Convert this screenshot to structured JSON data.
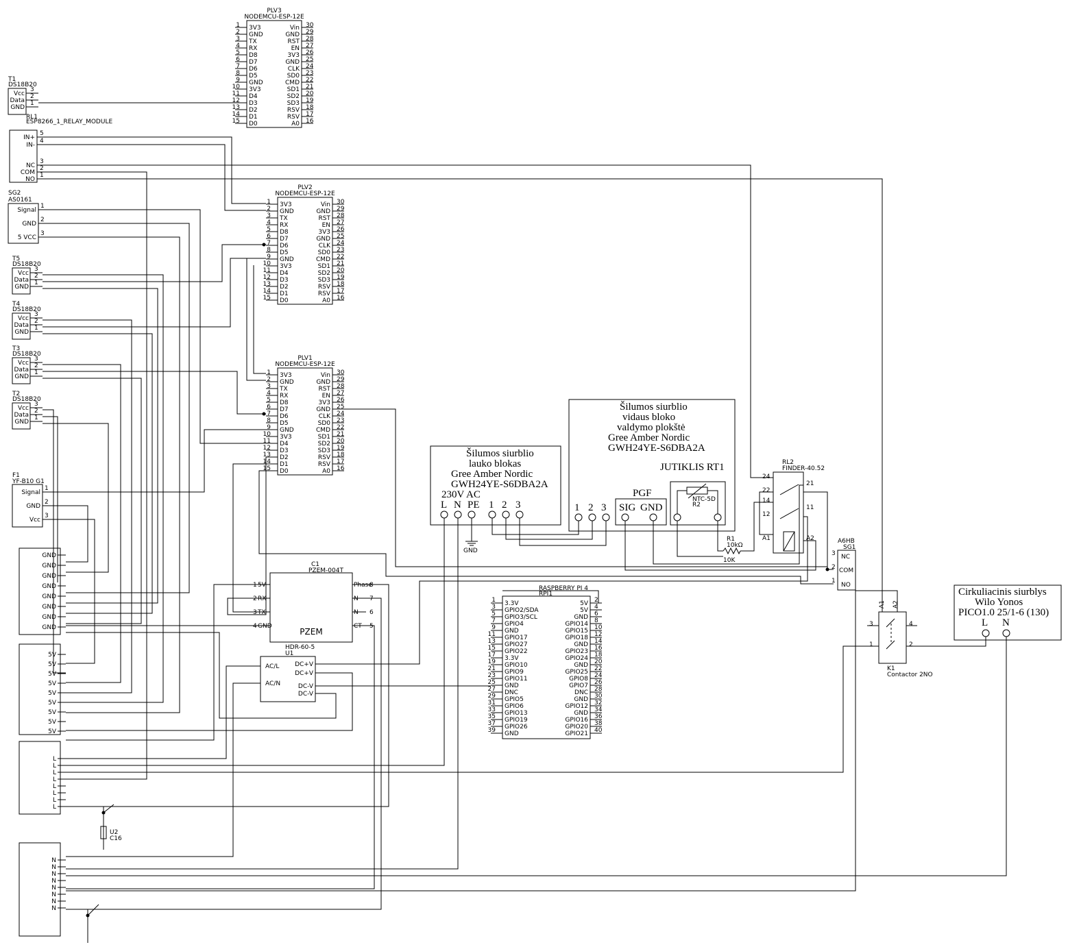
{
  "modules": {
    "plv3": {
      "ref": "PLV3",
      "value": "NODEMCU-ESP-12E"
    },
    "plv2": {
      "ref": "PLV2",
      "value": "NODEMCU-ESP-12E"
    },
    "plv1": {
      "ref": "PLV1",
      "value": "NODEMCU-ESP-12E"
    },
    "nodemcu_left": [
      {
        "num": "1",
        "name": "3V3"
      },
      {
        "num": "2",
        "name": "GND"
      },
      {
        "num": "3",
        "name": "TX"
      },
      {
        "num": "4",
        "name": "RX"
      },
      {
        "num": "5",
        "name": "D8"
      },
      {
        "num": "6",
        "name": "D7"
      },
      {
        "num": "7",
        "name": "D6"
      },
      {
        "num": "8",
        "name": "D5"
      },
      {
        "num": "9",
        "name": "GND"
      },
      {
        "num": "10",
        "name": "3V3"
      },
      {
        "num": "11",
        "name": "D4"
      },
      {
        "num": "12",
        "name": "D3"
      },
      {
        "num": "13",
        "name": "D2"
      },
      {
        "num": "14",
        "name": "D1"
      },
      {
        "num": "15",
        "name": "D0"
      }
    ],
    "nodemcu_right": [
      {
        "num": "30",
        "name": "Vin"
      },
      {
        "num": "29",
        "name": "GND"
      },
      {
        "num": "28",
        "name": "RST"
      },
      {
        "num": "27",
        "name": "EN"
      },
      {
        "num": "26",
        "name": "3V3"
      },
      {
        "num": "25",
        "name": "GND"
      },
      {
        "num": "24",
        "name": "CLK"
      },
      {
        "num": "23",
        "name": "SD0"
      },
      {
        "num": "22",
        "name": "CMD"
      },
      {
        "num": "21",
        "name": "SD1"
      },
      {
        "num": "20",
        "name": "SD2"
      },
      {
        "num": "19",
        "name": "SD3"
      },
      {
        "num": "18",
        "name": "RSV"
      },
      {
        "num": "17",
        "name": "RSV"
      },
      {
        "num": "16",
        "name": "A0"
      }
    ],
    "sensors": [
      {
        "ref": "T1",
        "value": "DS18B20"
      },
      {
        "ref": "T5",
        "value": "DS18B20"
      },
      {
        "ref": "T4",
        "value": "DS18B20"
      },
      {
        "ref": "T3",
        "value": "DS18B20"
      },
      {
        "ref": "T2",
        "value": "DS18B20"
      }
    ],
    "sensor_pins": [
      {
        "name": "Vcc",
        "num": "3"
      },
      {
        "name": "Data",
        "num": "2"
      },
      {
        "name": "GND",
        "num": "1"
      }
    ],
    "rl1": {
      "ref": "RL1",
      "value": "ESP8266_1_RELAY_MODULE",
      "pins": [
        {
          "name": "IN+",
          "num": "5"
        },
        {
          "name": "IN-",
          "num": "4"
        },
        {
          "name": "NC",
          "num": "3"
        },
        {
          "name": "COM",
          "num": "2"
        },
        {
          "name": "NO",
          "num": "1"
        }
      ]
    },
    "sg2": {
      "ref": "SG2",
      "value": "AS0161",
      "pins": [
        {
          "name": "Signal",
          "num": "1"
        },
        {
          "name": "GND",
          "num": "2"
        },
        {
          "name": "5 VCC",
          "num": "3"
        }
      ]
    },
    "f1": {
      "ref": "F1",
      "value": "YF-B10 G1",
      "pins": [
        {
          "name": "Signal",
          "num": "1"
        },
        {
          "name": "GND",
          "num": "2"
        },
        {
          "name": "Vcc",
          "num": "3"
        }
      ]
    },
    "bus": {
      "gnd": "GND",
      "v5": "5V",
      "l": "L",
      "n": "N"
    },
    "c1": {
      "ref": "C1",
      "value": "PZEM-004T",
      "title": "PZEM",
      "left": [
        {
          "num": "1",
          "name": "5V"
        },
        {
          "num": "2",
          "name": "RX"
        },
        {
          "num": "3",
          "name": "TX"
        },
        {
          "num": "4",
          "name": "GND"
        }
      ],
      "right": [
        {
          "num": "8",
          "name": "Phase"
        },
        {
          "num": "7",
          "name": "N"
        },
        {
          "num": "6",
          "name": "N"
        },
        {
          "num": "5",
          "name": "CT"
        }
      ]
    },
    "u1": {
      "ref": "U1",
      "value": "HDR-60-5",
      "left": [
        {
          "name": "AC/L"
        },
        {
          "name": "AC/N"
        }
      ],
      "right": [
        {
          "name": "DC+V"
        },
        {
          "name": "DC+V"
        },
        {
          "name": "DC-V"
        },
        {
          "name": "DC-V"
        }
      ]
    },
    "u2": {
      "ref": "U2",
      "value": "C16"
    },
    "rpi": {
      "ref": "RPI1",
      "value": "RASPBERRY PI 4",
      "left": [
        {
          "num": "1",
          "name": "3.3V"
        },
        {
          "num": "3",
          "name": "GPIO2/SDA"
        },
        {
          "num": "5",
          "name": "GPIO3/SCL"
        },
        {
          "num": "7",
          "name": "GPIO4"
        },
        {
          "num": "9",
          "name": "GND"
        },
        {
          "num": "11",
          "name": "GPIO17"
        },
        {
          "num": "13",
          "name": "GPIO27"
        },
        {
          "num": "15",
          "name": "GPIO22"
        },
        {
          "num": "17",
          "name": "3.3V"
        },
        {
          "num": "19",
          "name": "GPIO10"
        },
        {
          "num": "21",
          "name": "GPIO9"
        },
        {
          "num": "23",
          "name": "GPIO11"
        },
        {
          "num": "25",
          "name": "GND"
        },
        {
          "num": "27",
          "name": "DNC"
        },
        {
          "num": "29",
          "name": "GPIO5"
        },
        {
          "num": "31",
          "name": "GPIO6"
        },
        {
          "num": "33",
          "name": "GPIO13"
        },
        {
          "num": "35",
          "name": "GPIO19"
        },
        {
          "num": "37",
          "name": "GPIO26"
        },
        {
          "num": "39",
          "name": "GND"
        }
      ],
      "right": [
        {
          "num": "2",
          "name": "5V"
        },
        {
          "num": "4",
          "name": "5V"
        },
        {
          "num": "6",
          "name": "GND"
        },
        {
          "num": "8",
          "name": "GPIO14"
        },
        {
          "num": "10",
          "name": "GPIO15"
        },
        {
          "num": "12",
          "name": "GPIO18"
        },
        {
          "num": "14",
          "name": "GND"
        },
        {
          "num": "16",
          "name": "GPIO23"
        },
        {
          "num": "18",
          "name": "GPIO24"
        },
        {
          "num": "20",
          "name": "GND"
        },
        {
          "num": "22",
          "name": "GPIO25"
        },
        {
          "num": "24",
          "name": "GPIO8"
        },
        {
          "num": "26",
          "name": "GPIO7"
        },
        {
          "num": "28",
          "name": "DNC"
        },
        {
          "num": "30",
          "name": "GND"
        },
        {
          "num": "32",
          "name": "GPIO12"
        },
        {
          "num": "34",
          "name": "GND"
        },
        {
          "num": "36",
          "name": "GPIO16"
        },
        {
          "num": "38",
          "name": "GPIO20"
        },
        {
          "num": "40",
          "name": "GPIO21"
        }
      ]
    },
    "outdoor": {
      "lines": [
        "Šilumos siurblio",
        "lauko blokas",
        "Gree Amber Nordic",
        "GWH24YE-S6DBA2A",
        "230V AC"
      ],
      "terms": [
        "L",
        "N",
        "PE",
        "1",
        "2",
        "3"
      ],
      "gnd": "GND"
    },
    "indoor": {
      "lines": [
        "Šilumos siurblio",
        "vidaus bloko",
        "valdymo plokštė",
        "Gree Amber Nordic",
        "GWH24YE-S6DBA2A"
      ],
      "terms": [
        "1",
        "2",
        "3"
      ],
      "pgf": "PGF",
      "pgf_pins": [
        "SIG",
        "GND"
      ],
      "jutiklis": "JUTIKLIS RT1",
      "ntc": "NTC-5D",
      "r2": "R2"
    },
    "r1": {
      "ref": "R1",
      "value": "10kΩ",
      "note": "10K"
    },
    "rl2": {
      "ref": "RL2",
      "value": "FINDER-40.52",
      "pins": [
        "24",
        "22",
        "14",
        "12",
        "21",
        "11",
        "A1",
        "A2"
      ]
    },
    "sg1": {
      "ref": "SG1",
      "value": "A6HB",
      "pins": [
        {
          "num": "3",
          "name": "NC"
        },
        {
          "num": "2",
          "name": "COM"
        },
        {
          "num": "1",
          "name": "NO"
        }
      ]
    },
    "k1": {
      "ref": "K1",
      "value": "Contactor 2NO",
      "pins": [
        "A1",
        "A2",
        "3",
        "4",
        "1",
        "2"
      ]
    },
    "pump": {
      "lines": [
        "Cirkuliacinis siurblys",
        "Wilo Yonos",
        "PICO1.0 25/1-6 (130)"
      ],
      "terms": [
        "L",
        "N"
      ]
    }
  }
}
